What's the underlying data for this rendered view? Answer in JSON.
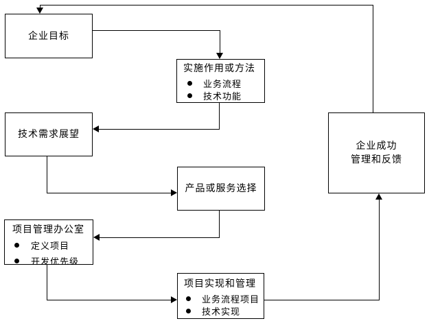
{
  "diagram": {
    "colors": {
      "line": "#000000",
      "background": "#ffffff",
      "text": "#000000"
    },
    "icons": {
      "bullet": "filled-circle",
      "arrow_down": "filled-triangle-down",
      "arrow_up": "filled-triangle-up",
      "arrow_left": "filled-triangle-left",
      "arrow_right": "filled-triangle-right"
    },
    "boxes": {
      "enterprise_goals": {
        "title": "企业目标"
      },
      "implementation_methods": {
        "title": "实施作用或方法",
        "bullets": [
          "业务流程",
          "技术功能"
        ]
      },
      "tech_requirements": {
        "title": "技术需求展望"
      },
      "product_service": {
        "title": "产品或服务选择"
      },
      "pmo": {
        "title": "项目管理办公室",
        "bullets": [
          "定义项目",
          "开发优先级"
        ]
      },
      "project_implementation": {
        "title": "项目实现和管理",
        "bullets": [
          "业务流程项目",
          "技术实现"
        ]
      },
      "enterprise_success": {
        "line1": "企业成功",
        "line2": "管理和反馈"
      }
    }
  }
}
